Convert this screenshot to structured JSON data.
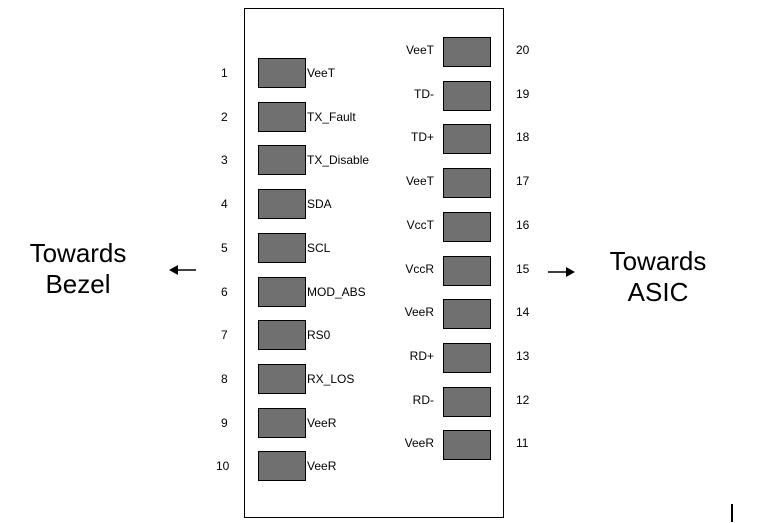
{
  "left_side": {
    "line1": "Towards",
    "line2": "Bezel"
  },
  "right_side": {
    "line1": "Towards",
    "line2": "ASIC"
  },
  "left_pins": [
    {
      "number": "1",
      "label": "VeeT"
    },
    {
      "number": "2",
      "label": "TX_Fault"
    },
    {
      "number": "3",
      "label": "TX_Disable"
    },
    {
      "number": "4",
      "label": "SDA"
    },
    {
      "number": "5",
      "label": "SCL"
    },
    {
      "number": "6",
      "label": "MOD_ABS"
    },
    {
      "number": "7",
      "label": "RS0"
    },
    {
      "number": "8",
      "label": "RX_LOS"
    },
    {
      "number": "9",
      "label": "VeeR"
    },
    {
      "number": "10",
      "label": "VeeR"
    }
  ],
  "right_pins": [
    {
      "number": "20",
      "label": "VeeT"
    },
    {
      "number": "19",
      "label": "TD-"
    },
    {
      "number": "18",
      "label": "TD+"
    },
    {
      "number": "17",
      "label": "VeeT"
    },
    {
      "number": "16",
      "label": "VccT"
    },
    {
      "number": "15",
      "label": "VccR"
    },
    {
      "number": "14",
      "label": "VeeR"
    },
    {
      "number": "13",
      "label": "RD+"
    },
    {
      "number": "12",
      "label": "RD-"
    },
    {
      "number": "11",
      "label": "VeeR"
    }
  ],
  "colors": {
    "pad_fill": "#707070",
    "outline": "#000000"
  }
}
